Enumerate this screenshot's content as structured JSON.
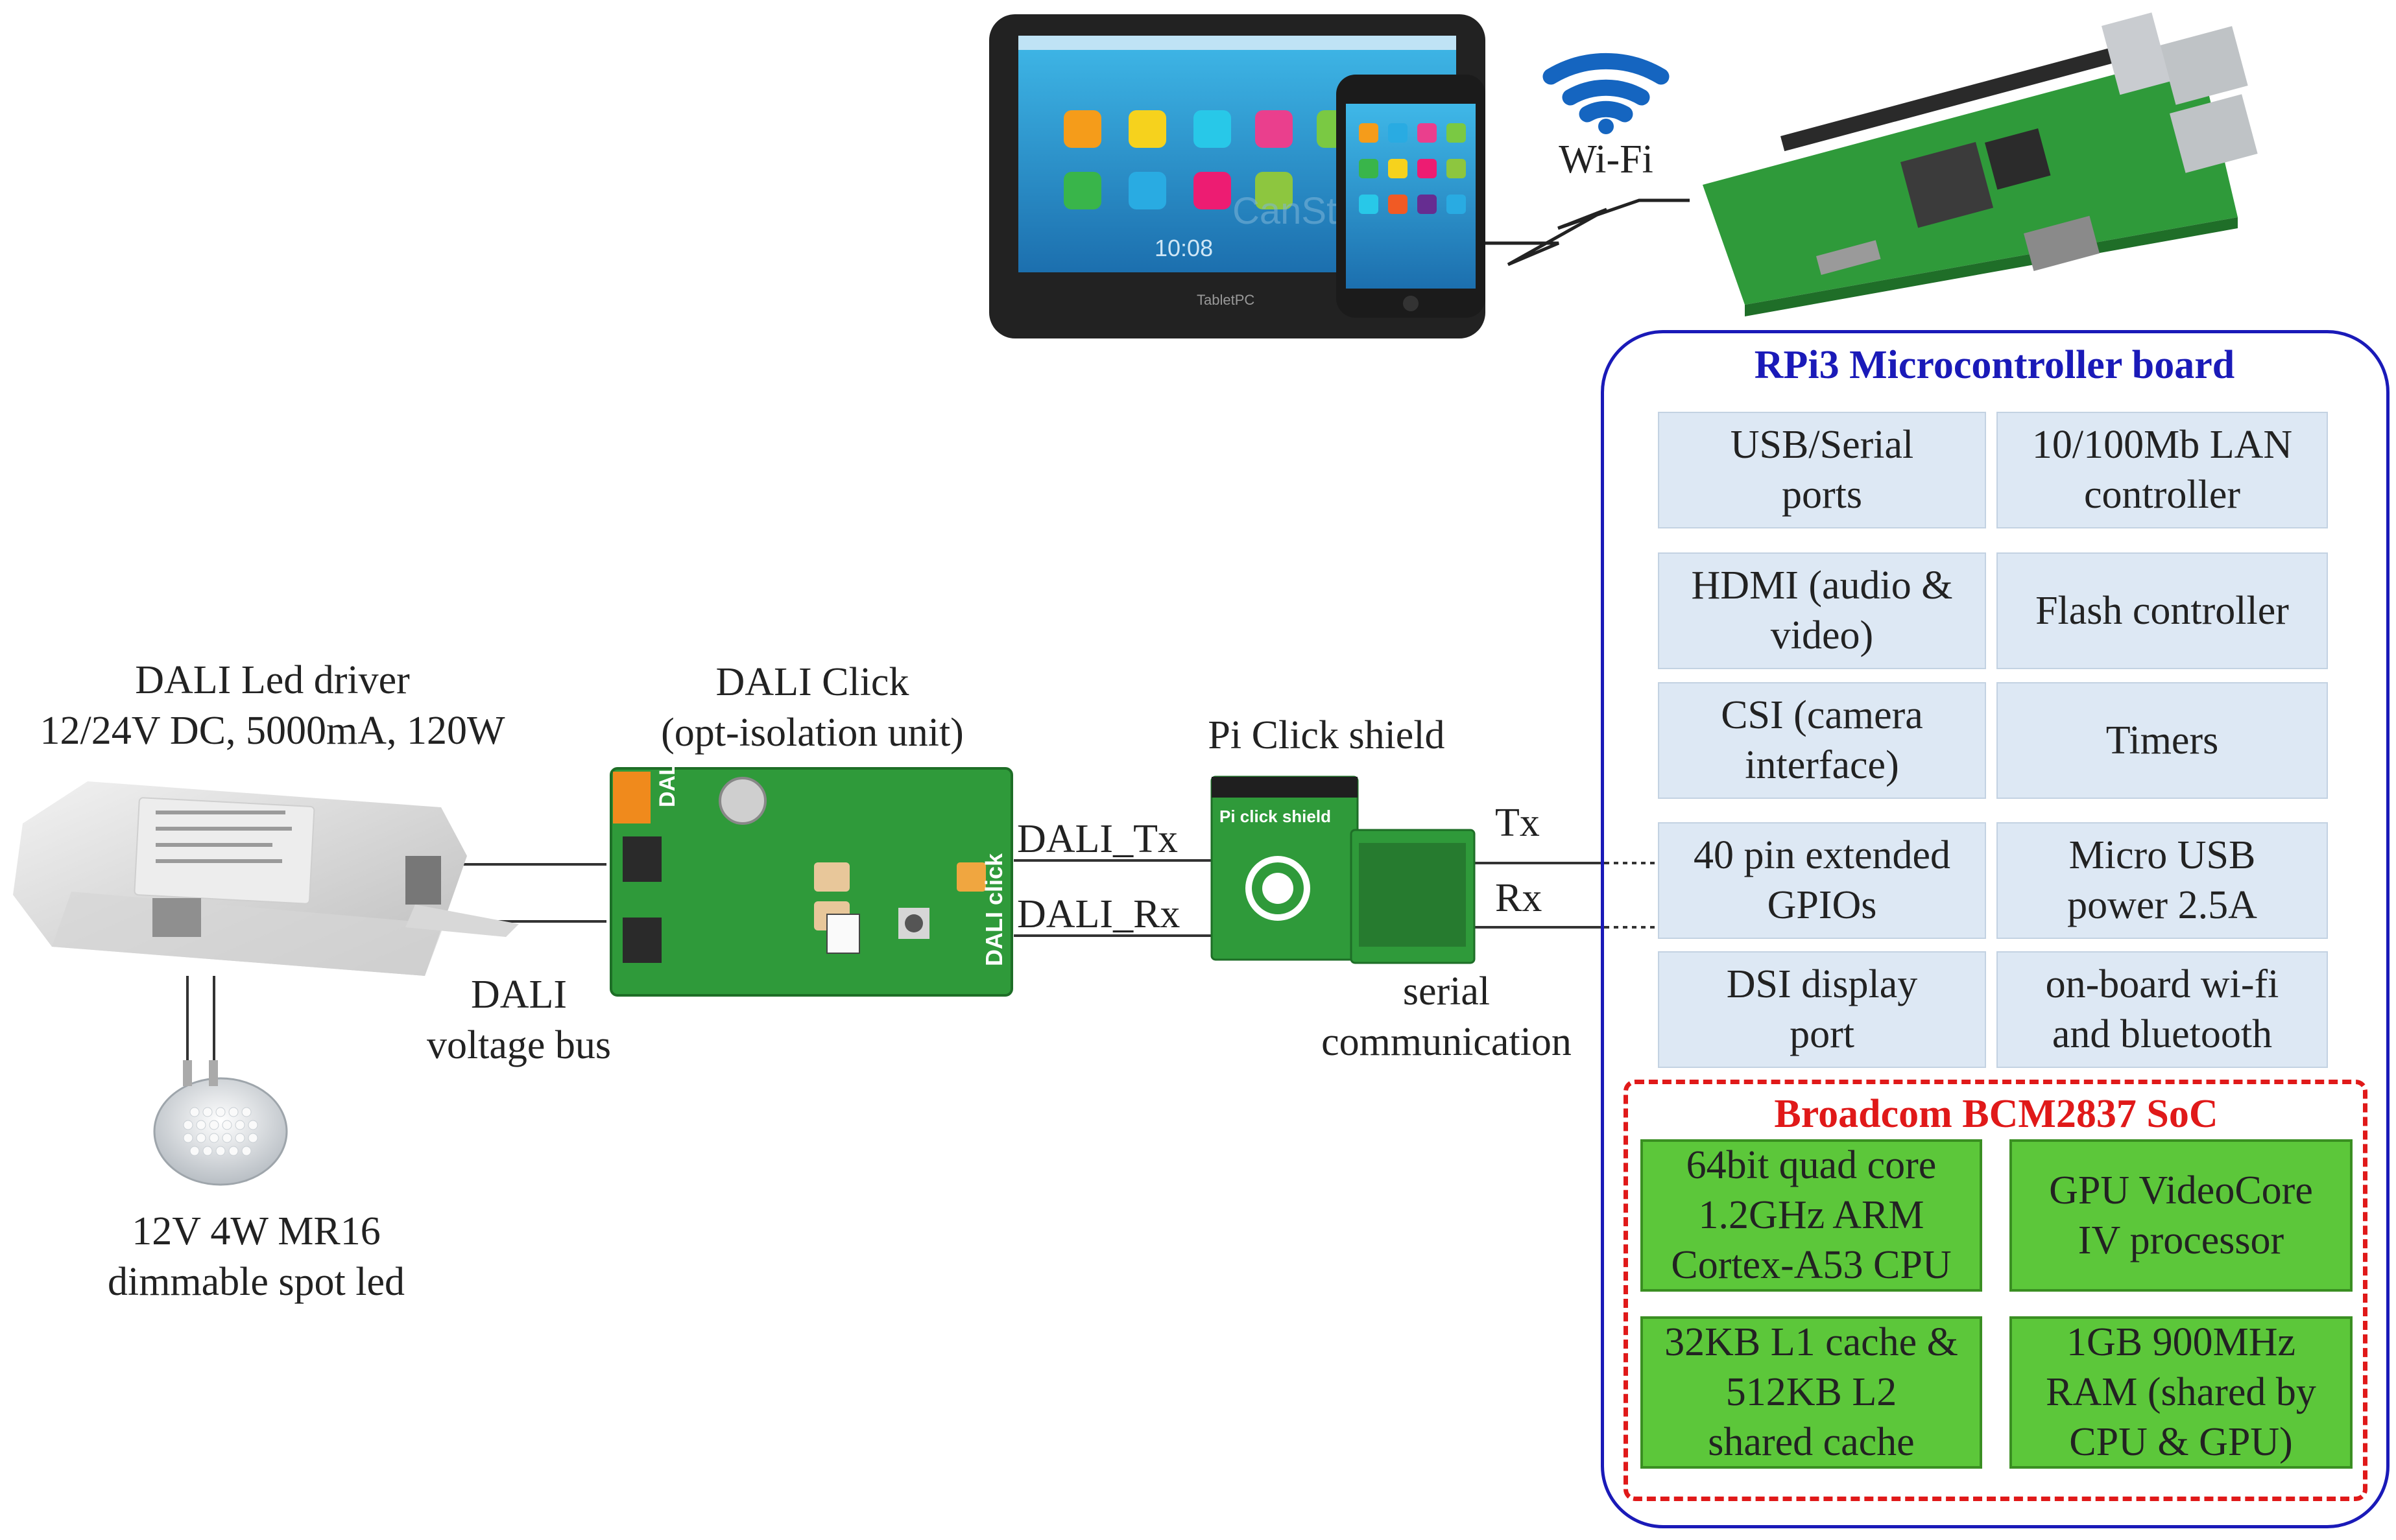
{
  "labels": {
    "dali_led_driver": "DALI Led driver\n12/24V DC, 5000mA, 120W",
    "dali_click": "DALI Click\n(opt-isolation unit)",
    "pi_click_shield": "Pi Click shield",
    "dali_tx": "DALI_Tx",
    "dali_rx": "DALI_Rx",
    "tx": "Tx",
    "rx": "Rx",
    "dali_voltage_bus": "DALI\nvoltage bus",
    "serial_communication": "serial\ncommunication",
    "spot_led": "12V 4W MR16\ndimmable spot led",
    "wifi": "Wi-Fi"
  },
  "rpi_board": {
    "title": "RPi3 Microcontroller board",
    "cells": [
      "USB/Serial\nports",
      "10/100Mb LAN\ncontroller",
      "HDMI (audio &\nvideo)",
      "Flash controller",
      "CSI (camera\ninterface)",
      "Timers",
      "40 pin extended\nGPIOs",
      "Micro USB\npower 2.5A",
      "DSI display\nport",
      "on-board wi-fi\nand bluetooth"
    ]
  },
  "soc": {
    "title": "Broadcom BCM2837 SoC",
    "cells": [
      "64bit quad core\n1.2GHz ARM\nCortex-A53 CPU",
      "GPU VideoCore\nIV processor",
      "32KB L1 cache &\n512KB L2\nshared cache",
      "1GB 900MHz\nRAM (shared by\nCPU & GPU)"
    ]
  },
  "photo_text": {
    "dali_board": "DALI",
    "dali_click_board": "DALI click",
    "pi_click_board": "Pi click shield",
    "watermark": "CanStock",
    "clock": "10:08",
    "tablet_brand": "TabletPC"
  },
  "colors": {
    "board_border": "#1a1ab8",
    "soc_border": "#e01919",
    "cell_fill": "#dde8f4",
    "soc_fill": "#5cc73a",
    "wifi_blue": "#1565c0",
    "pcb_green": "#2f9a3a"
  }
}
